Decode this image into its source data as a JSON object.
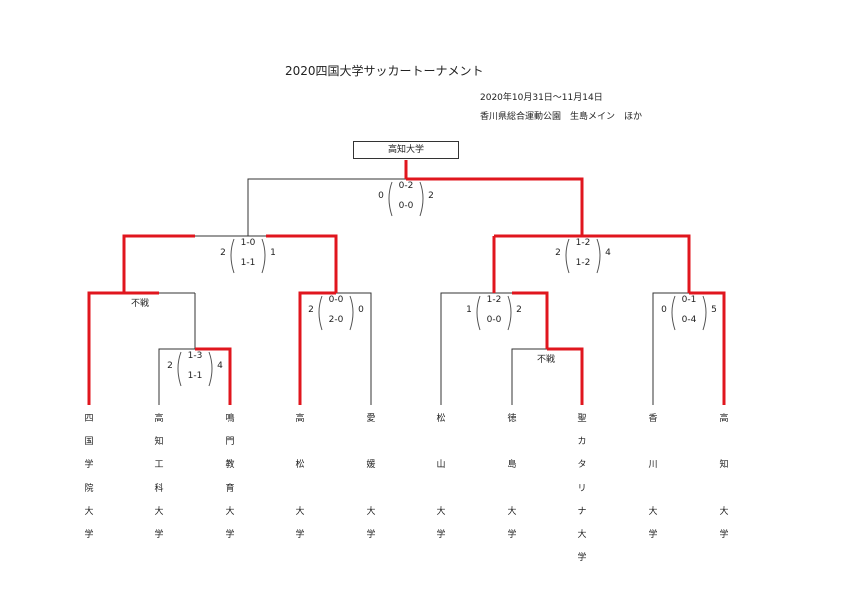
{
  "title": "2020四国大学サッカートーナメント",
  "dates": "2020年10月31日～11月14日",
  "venue": "香川県総合運動公園　生島メイン　ほか",
  "champion": "高知大学",
  "teams": [
    {
      "chars": [
        "四",
        "国",
        "学",
        "院",
        "大",
        "学"
      ]
    },
    {
      "chars": [
        "高",
        "知",
        "工",
        "科",
        "大",
        "学"
      ]
    },
    {
      "chars": [
        "鳴",
        "門",
        "教",
        "育",
        "大",
        "学"
      ]
    },
    {
      "chars": [
        "高",
        "",
        "松",
        "",
        "大",
        "学"
      ]
    },
    {
      "chars": [
        "愛",
        "",
        "媛",
        "",
        "大",
        "学"
      ]
    },
    {
      "chars": [
        "松",
        "",
        "山",
        "",
        "大",
        "学"
      ]
    },
    {
      "chars": [
        "徳",
        "",
        "島",
        "",
        "大",
        "学"
      ]
    },
    {
      "chars": [
        "聖",
        "カ",
        "タ",
        "リ",
        "ナ",
        "大",
        "学"
      ]
    },
    {
      "chars": [
        "香",
        "",
        "川",
        "",
        "大",
        "学"
      ]
    },
    {
      "chars": [
        "高",
        "",
        "知",
        "",
        "大",
        "学"
      ]
    }
  ],
  "matches": {
    "r1a": {
      "left": "2",
      "right": "4",
      "h1": "1-3",
      "h2": "1-1"
    },
    "qf1": {
      "left": "2",
      "right": "0",
      "h1": "0-0",
      "h2": "2-0"
    },
    "qf2": {
      "left": "1",
      "right": "2",
      "h1": "1-2",
      "h2": "0-0"
    },
    "qf3": {
      "left": "0",
      "right": "5",
      "h1": "0-1",
      "h2": "0-4"
    },
    "sf1": {
      "left": "2",
      "right": "1",
      "h1": "1-0",
      "h2": "1-1"
    },
    "sf2": {
      "left": "2",
      "right": "4",
      "h1": "1-2",
      "h2": "1-2"
    },
    "final": {
      "left": "0",
      "right": "2",
      "h1": "0-2",
      "h2": "0-0"
    }
  },
  "forfeit": "不戦",
  "colors": {
    "win": "#e0161e",
    "line": "#333333"
  }
}
